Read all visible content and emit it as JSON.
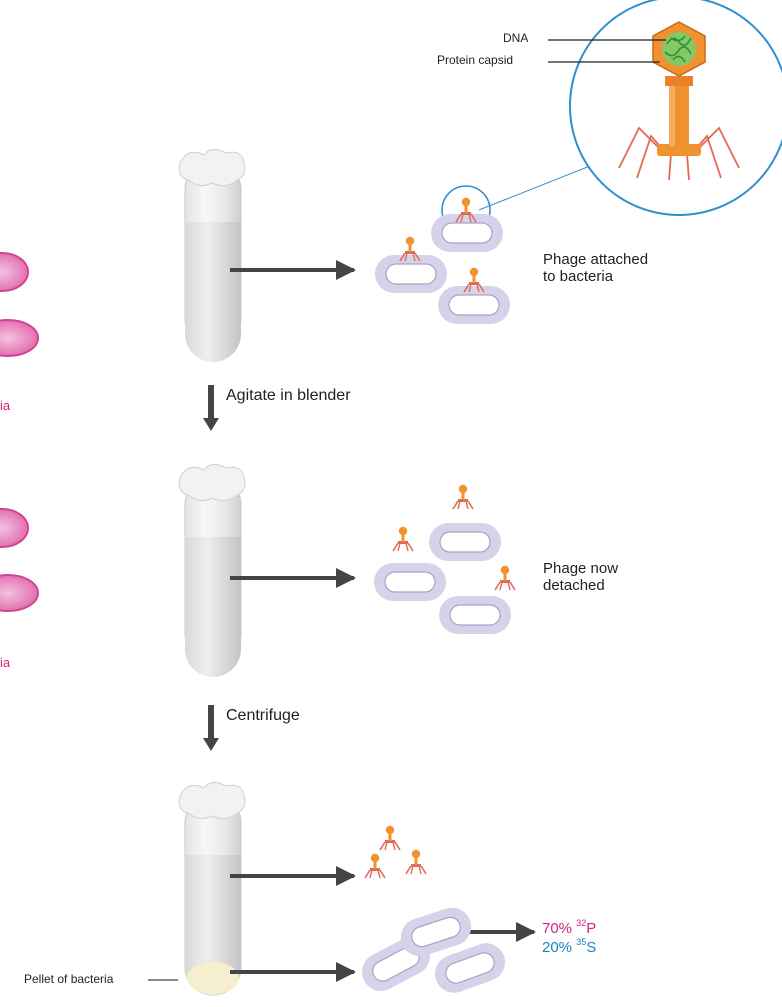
{
  "labels": {
    "dna": "DNA",
    "protein_capsid": "Protein capsid",
    "phage_attached_line1": "Phage attached",
    "phage_attached_line2": "to bacteria",
    "agitate": "Agitate in blender",
    "phage_detached_line1": "Phage now",
    "phage_detached_line2": "detached",
    "centrifuge": "Centrifuge",
    "pellet": "Pellet of bacteria",
    "left_edge_1": "ia",
    "left_edge_2": "ia"
  },
  "result": {
    "p_percent": "70%",
    "p_mass": "32",
    "p_symbol": "P",
    "s_percent": "20%",
    "s_mass": "35",
    "s_symbol": "S"
  },
  "colors": {
    "phage_head": "#f0922e",
    "phage_legs": "#e06a55",
    "bacteria_outer": "#d5d2ea",
    "bacteria_inner": "#ffffff",
    "pink_cell": "#e05fa6",
    "zoom_circle": "#2f8fd0",
    "arrow": "#444444",
    "p32": "#d6207a",
    "s35": "#1a83c6"
  }
}
